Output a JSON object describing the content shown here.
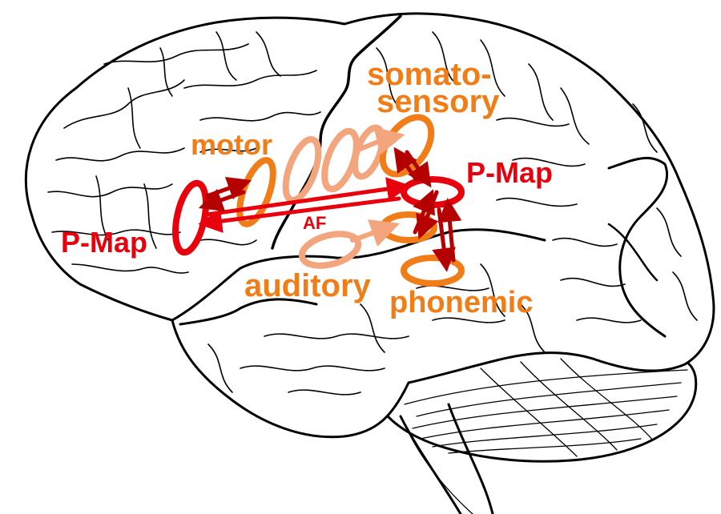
{
  "labels": {
    "somato_line1": "somato-",
    "somato_line2": "sensory",
    "motor": "motor",
    "pmap_right": "P-Map",
    "pmap_left": "P-Map",
    "af": "AF",
    "auditory": "auditory",
    "phonemic": "phonemic"
  },
  "colors": {
    "outline": "#000000",
    "orange": "#f07d17",
    "light_orange": "#f3a57e",
    "red": "#e8000d",
    "dark_red": "#b50000"
  }
}
